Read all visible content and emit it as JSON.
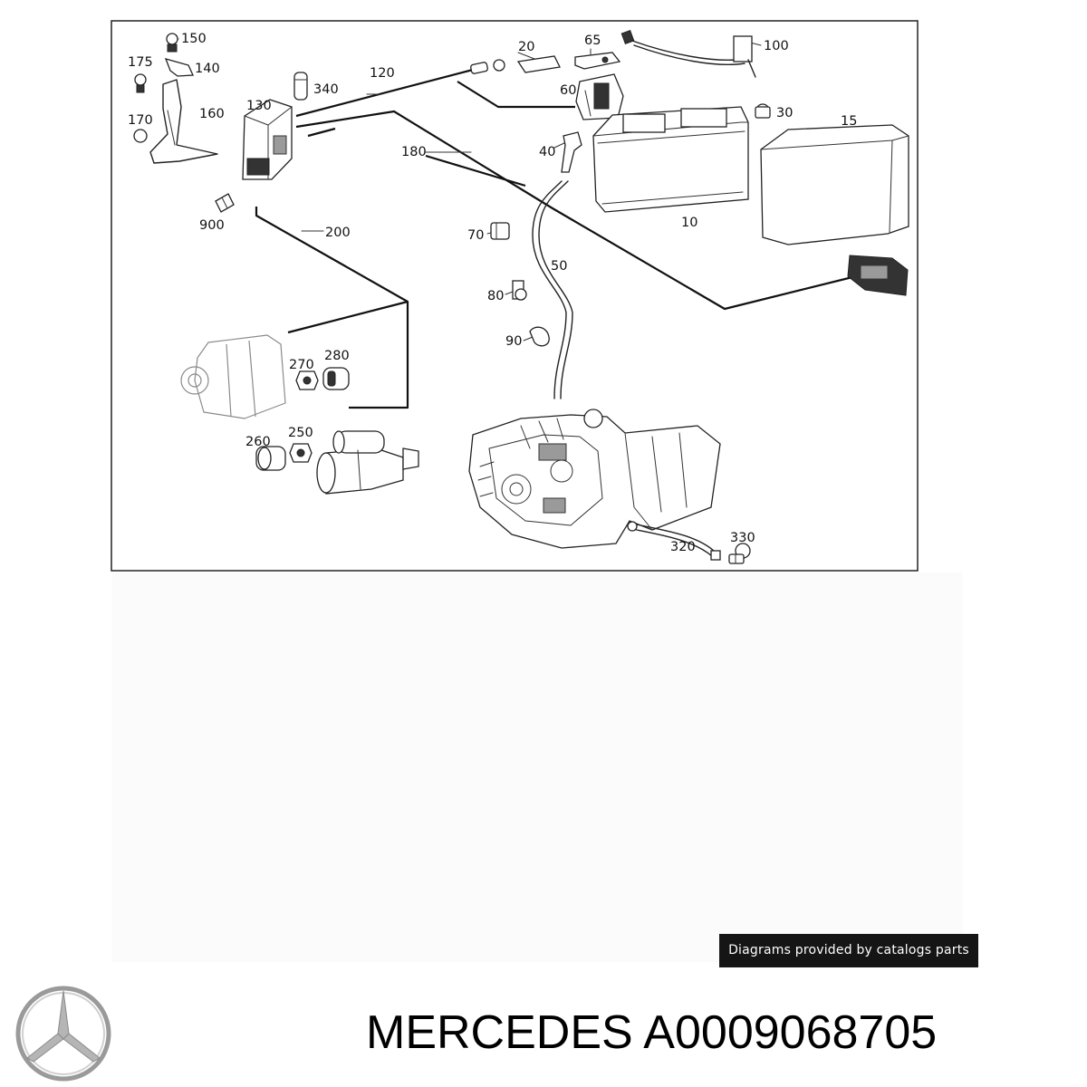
{
  "diagram": {
    "callouts": [
      {
        "id": "150",
        "text": "150"
      },
      {
        "id": "175",
        "text": "175"
      },
      {
        "id": "140",
        "text": "140"
      },
      {
        "id": "340",
        "text": "340"
      },
      {
        "id": "120",
        "text": "120"
      },
      {
        "id": "20",
        "text": "20"
      },
      {
        "id": "65",
        "text": "65"
      },
      {
        "id": "100",
        "text": "100"
      },
      {
        "id": "170",
        "text": "170"
      },
      {
        "id": "160",
        "text": "160"
      },
      {
        "id": "130",
        "text": "130"
      },
      {
        "id": "60",
        "text": "60"
      },
      {
        "id": "30",
        "text": "30"
      },
      {
        "id": "15",
        "text": "15"
      },
      {
        "id": "180",
        "text": "180"
      },
      {
        "id": "40",
        "text": "40"
      },
      {
        "id": "900",
        "text": "900"
      },
      {
        "id": "10",
        "text": "10"
      },
      {
        "id": "200",
        "text": "200"
      },
      {
        "id": "70",
        "text": "70"
      },
      {
        "id": "50",
        "text": "50"
      },
      {
        "id": "80",
        "text": "80"
      },
      {
        "id": "90",
        "text": "90"
      },
      {
        "id": "270",
        "text": "270"
      },
      {
        "id": "280",
        "text": "280"
      },
      {
        "id": "260",
        "text": "260"
      },
      {
        "id": "250",
        "text": "250"
      },
      {
        "id": "330",
        "text": "330"
      },
      {
        "id": "320",
        "text": "320"
      }
    ]
  },
  "credit": {
    "text": "Diagrams provided by catalogs parts"
  },
  "brand": {
    "name": "MERCEDES",
    "part_number": "A0009068705",
    "logo_icon": "mercedes-star-icon"
  },
  "colors": {
    "ink": "#222222",
    "badge_background": "#151515",
    "badge_text": "#ffffff"
  }
}
